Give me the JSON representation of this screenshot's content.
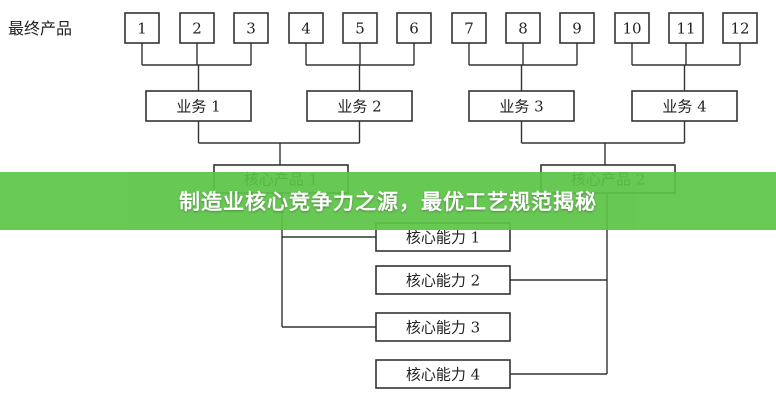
{
  "diagram": {
    "row_label": "最终产品",
    "products": [
      "1",
      "2",
      "3",
      "4",
      "5",
      "6",
      "7",
      "8",
      "9",
      "10",
      "11",
      "12"
    ],
    "businesses": [
      "业务 1",
      "业务 2",
      "业务 3",
      "业务 4"
    ],
    "core_products": [
      "核心产品 1",
      "核心产品 2"
    ],
    "core_capabilities": [
      "核心能力 1",
      "核心能力 2",
      "核心能力 3",
      "核心能力 4"
    ]
  },
  "banner": {
    "title": "制造业核心竞争力之源，最优工艺规范揭秘",
    "color": "#5cc446"
  }
}
